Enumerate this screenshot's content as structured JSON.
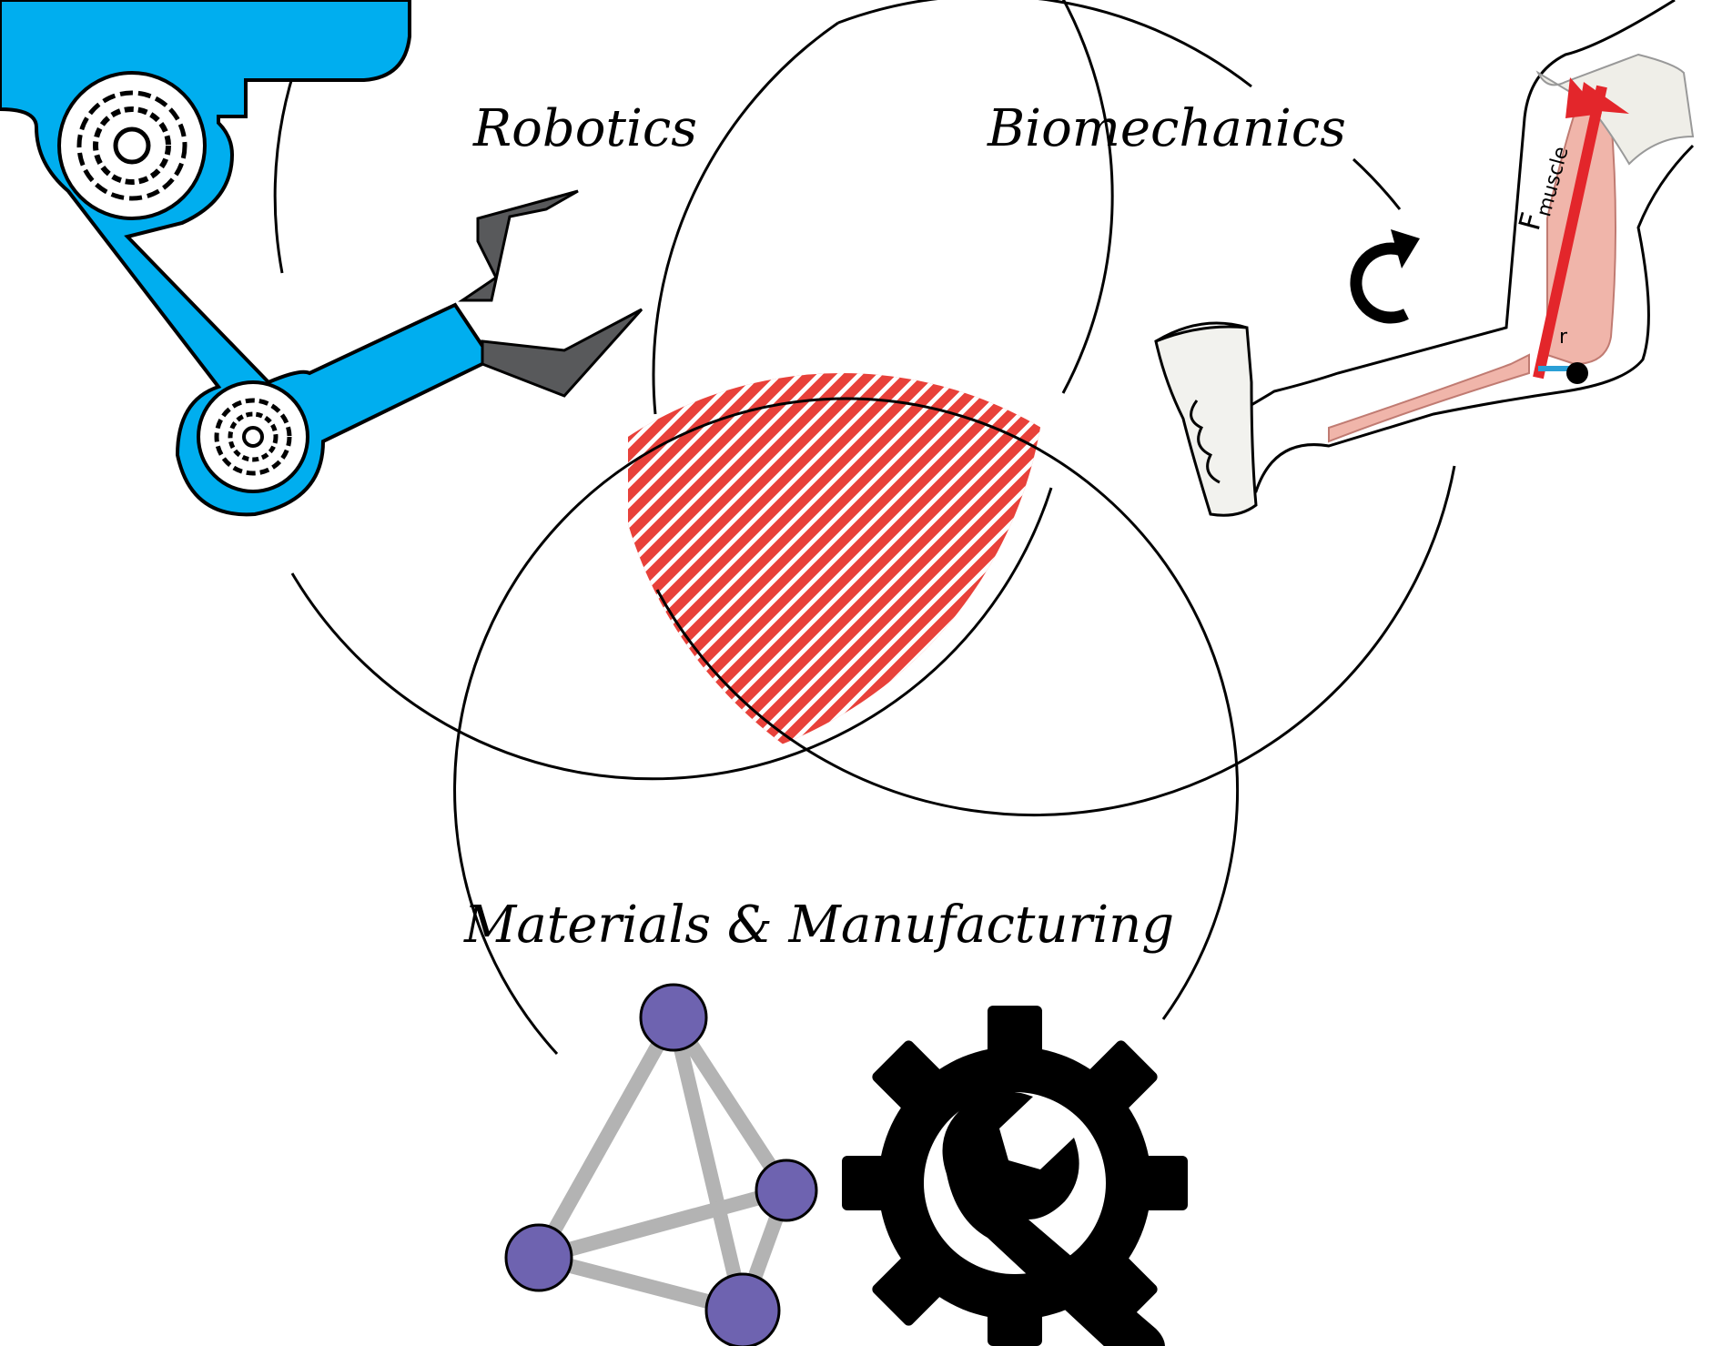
{
  "diagram": {
    "type": "venn-3",
    "labels": {
      "robotics": "Robotics",
      "biomechanics": "Biomechanics",
      "materials": "Materials & Manufacturing"
    },
    "annotations": {
      "force_symbol": "F",
      "force_subscript": "muscle",
      "moment_arm": "r"
    },
    "colors": {
      "intersection_hatch": "#e8413a",
      "robot_arm": "#00aeef",
      "gripper": "#58595b",
      "force_arrow": "#e3262b",
      "node": "#6e63b0",
      "edge": "#b3b3b3",
      "gear": "#000000"
    },
    "icons": [
      "robot-arm-icon",
      "muscle-arm-icon",
      "rotation-arrow-icon",
      "molecule-lattice-icon",
      "gear-wrench-icon"
    ]
  }
}
